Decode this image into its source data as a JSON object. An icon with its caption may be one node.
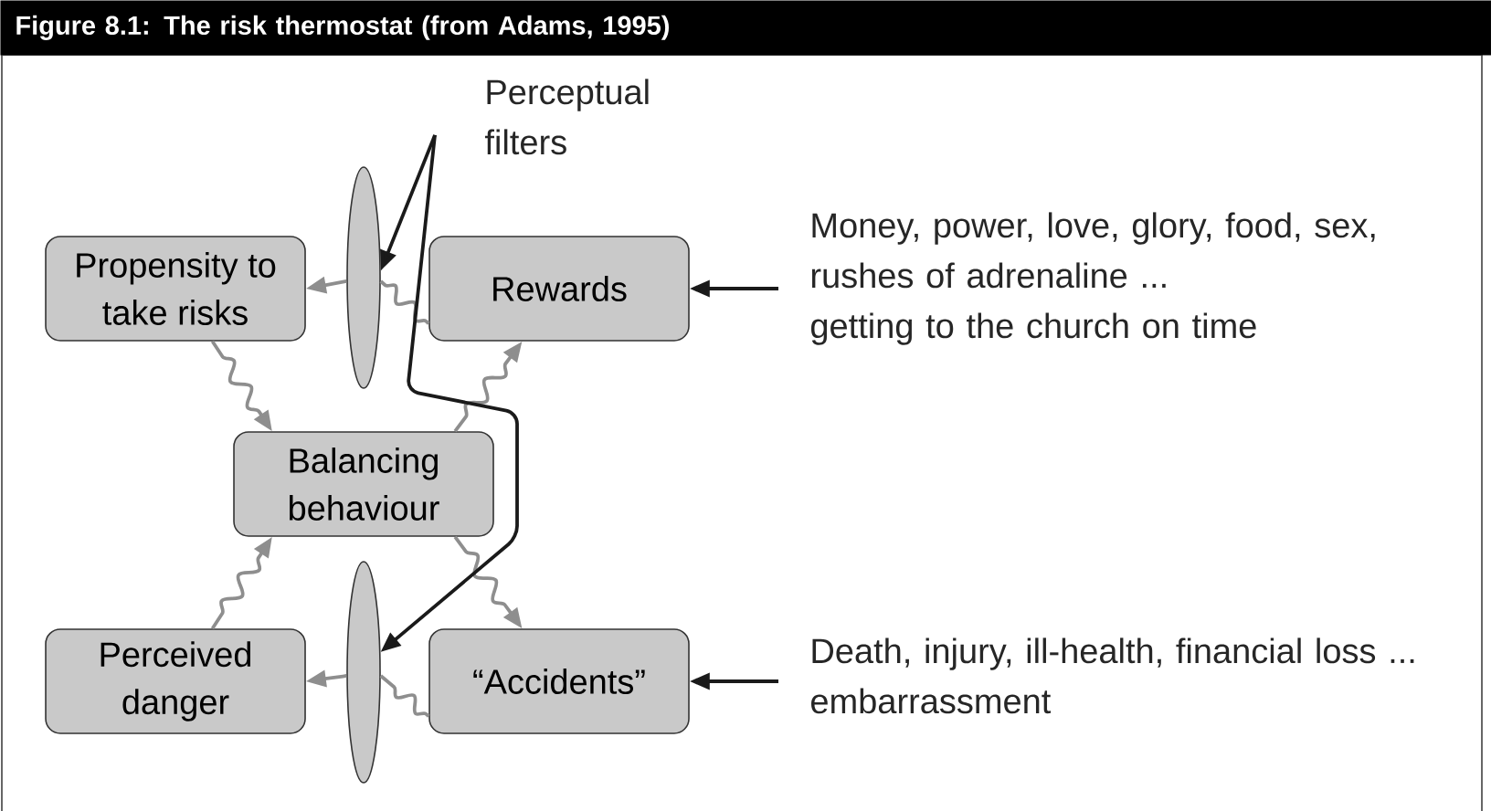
{
  "diagram": {
    "title": "Figure 8.1: The risk thermostat (from Adams, 1995)",
    "nodes": [
      {
        "text": [
          "Propensity to take risks"
        ]
      },
      {
        "text": [
          "Rewards"
        ]
      },
      {
        "text": [
          "Balancing behaviour"
        ]
      },
      {
        "text": [
          "Perceived danger"
        ]
      },
      {
        "text": [
          "“Accidents”"
        ]
      },
      {
        "text": [],
        "shape": "ellipse"
      },
      {
        "text": [],
        "shape": "ellipse"
      },
      {
        "text": [
          "Perceptual filters"
        ]
      },
      {
        "text": [
          "Money, power, love, glory, food, sex, rushes of adrenaline ...",
          "getting to the church on time"
        ]
      },
      {
        "text": [
          "Death, injury, ill-health, financial loss ... embarrassment"
        ]
      }
    ],
    "edges": [
      {
        "from": 1,
        "to": 5,
        "arrow": "none"
      },
      {
        "from": 5,
        "to": 0,
        "arrow": "to"
      },
      {
        "from": 0,
        "to": 2,
        "arrow": "to"
      },
      {
        "from": 2,
        "to": 1,
        "arrow": "to"
      },
      {
        "from": 2,
        "to": 4,
        "arrow": "to"
      },
      {
        "from": 4,
        "to": 6,
        "arrow": "none"
      },
      {
        "from": 6,
        "to": 3,
        "arrow": "to"
      },
      {
        "from": 3,
        "to": 2,
        "arrow": "to"
      },
      {
        "from": 7,
        "to": 5,
        "arrow": "to",
        "color": "#1a1a1a"
      },
      {
        "from": 7,
        "to": 6,
        "arrow": "to",
        "color": "#1a1a1a"
      },
      {
        "from": 8,
        "to": 1,
        "arrow": "to",
        "color": "#1a1a1a"
      },
      {
        "from": 9,
        "to": 4,
        "arrow": "to",
        "color": "#1a1a1a"
      }
    ]
  }
}
